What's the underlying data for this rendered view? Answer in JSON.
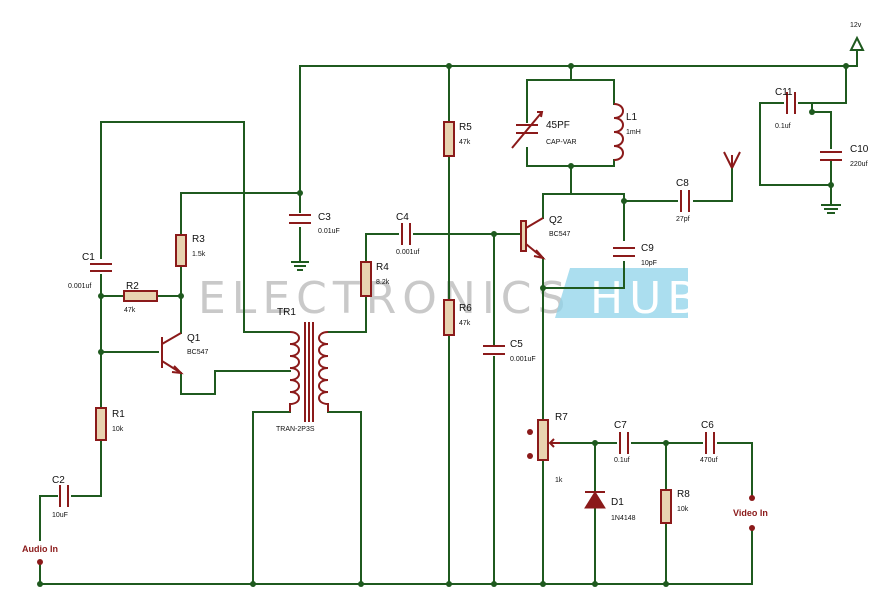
{
  "watermark": {
    "text1": "ELECTRONICS",
    "text2": "HUB",
    "color": "#8fd3ea"
  },
  "supply": "12v",
  "labels": {
    "audio_in": "Audio In",
    "video_in": "Video In",
    "transformer": "TR1"
  },
  "components": {
    "C1": {
      "ref": "C1",
      "value": "0.001uf"
    },
    "C2": {
      "ref": "C2",
      "value": "10uF"
    },
    "C3": {
      "ref": "C3",
      "value": "0.01uF"
    },
    "C4": {
      "ref": "C4",
      "value": "0.001uf"
    },
    "C5": {
      "ref": "C5",
      "value": "0.001uF"
    },
    "C6": {
      "ref": "C6",
      "value": "470uf"
    },
    "C7": {
      "ref": "C7",
      "value": "0.1uf"
    },
    "C8": {
      "ref": "C8",
      "value": "27pf"
    },
    "C9": {
      "ref": "C9",
      "value": "10pF"
    },
    "C10": {
      "ref": "C10",
      "value": "220uf"
    },
    "C11": {
      "ref": "C11",
      "value": "0.1uf"
    },
    "R1": {
      "ref": "R1",
      "value": "10k"
    },
    "R2": {
      "ref": "R2",
      "value": "47k"
    },
    "R3": {
      "ref": "R3",
      "value": "1.5k"
    },
    "R4": {
      "ref": "R4",
      "value": "8.2k"
    },
    "R5": {
      "ref": "R5",
      "value": "47k"
    },
    "R6": {
      "ref": "R6",
      "value": "47k"
    },
    "R7": {
      "ref": "R7",
      "value": "1k"
    },
    "R8": {
      "ref": "R8",
      "value": "10k"
    },
    "Q1": {
      "ref": "Q1",
      "value": "BC547"
    },
    "Q2": {
      "ref": "Q2",
      "value": "BC547"
    },
    "L1": {
      "ref": "L1",
      "value": "1mH"
    },
    "D1": {
      "ref": "D1",
      "value": "1N4148"
    },
    "VC": {
      "ref": "45PF",
      "value": "CAP-VAR"
    },
    "TR1": {
      "ref": "TR1",
      "value": "TRAN-2P3S"
    }
  },
  "colors": {
    "wire": "#1f5a1f",
    "component": "#8b1a1a",
    "resistor_fill": "#e8d3b0"
  }
}
